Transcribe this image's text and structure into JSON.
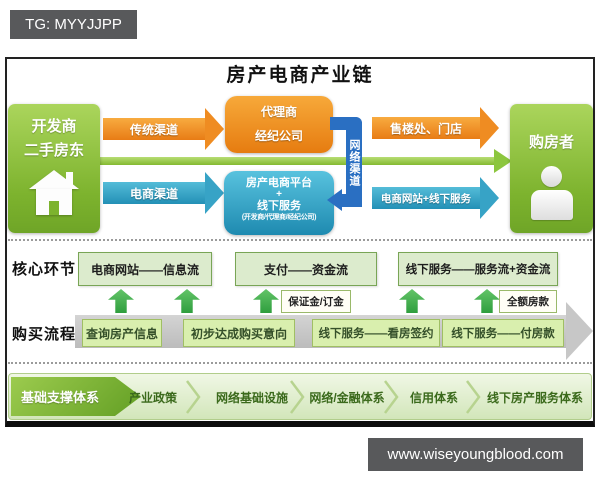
{
  "header": {
    "tg_badge": "TG: MYYJJPP"
  },
  "footer": {
    "site_badge": "www.wiseyoungblood.com"
  },
  "diagram": {
    "title": "房产电商产业链",
    "top": {
      "seller_line1": "开发商",
      "seller_line2": "二手房东",
      "traditional_channel": "传统渠道",
      "ecommerce_channel": "电商渠道",
      "agent_line1": "代理商",
      "agent_line2": "经纪公司",
      "platform_line1": "房产电商平台",
      "platform_line2": "+",
      "platform_line3": "线下服务",
      "platform_line4": "(开发商/代理商/经纪公司)",
      "network_channel": "网络渠道",
      "sales_office_channel": "售楼处、门店",
      "web_offline_channel": "电商网站+线下服务",
      "buyer": "购房者"
    },
    "core": {
      "label": "核心环节",
      "boxes": [
        "电商网站——信息流",
        "支付——资金流",
        "线下服务——服务流+资金流"
      ],
      "deposit_note": "保证金/订金",
      "full_payment_note": "全额房款"
    },
    "flow": {
      "label": "购买流程",
      "steps": [
        "查询房产信息",
        "初步达成购买意向",
        "线下服务——看房签约",
        "线下服务——付房款"
      ]
    },
    "foundation": {
      "label": "基础支撑体系",
      "items": [
        "产业政策",
        "网络基础设施",
        "网络/金融体系",
        "信用体系",
        "线下房产服务体系"
      ]
    },
    "colors": {
      "green": "#7db32e",
      "orange": "#ee8a22",
      "blue": "#2f9fc4",
      "pipe_blue": "#2a6fc2",
      "badge_gray": "#58595b"
    }
  }
}
